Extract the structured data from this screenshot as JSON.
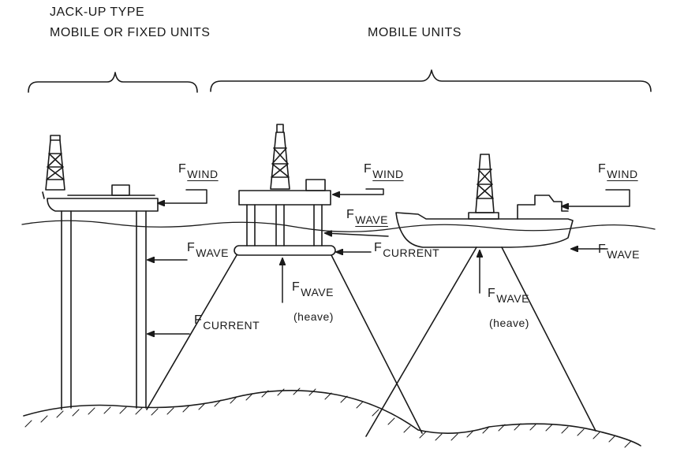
{
  "headers": {
    "jackup_line1": "JACK-UP TYPE",
    "jackup_line2": "MOBILE OR FIXED UNITS",
    "mobile": "MOBILE UNITS"
  },
  "forces": {
    "F": "F",
    "wind": "WIND",
    "wave": "WAVE",
    "current": "CURRENT",
    "heave": "(heave)"
  }
}
